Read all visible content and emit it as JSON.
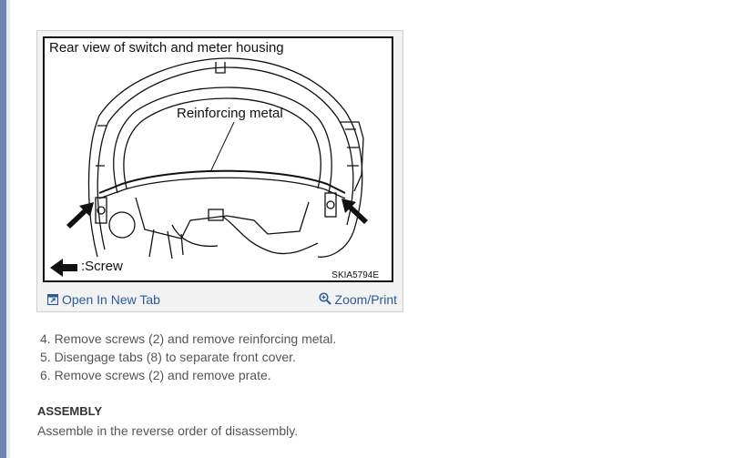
{
  "figure": {
    "title": "Rear view of switch and meter housing",
    "callout_label": "Reinforcing metal",
    "legend_label": ":Screw",
    "figure_code": "SKIA5794E",
    "links": {
      "open_new_tab": "Open In New Tab",
      "zoom_print": "Zoom/Print"
    }
  },
  "steps": [
    "4. Remove screws (2) and remove reinforcing metal.",
    "5. Disengage tabs (8) to separate front cover.",
    "6. Remove screws (2) and remove prate."
  ],
  "assembly": {
    "heading": "ASSEMBLY",
    "text": "Assemble in the reverse order of disassembly."
  },
  "colors": {
    "link": "#2a5a9b",
    "left_bar": "#6d84b4"
  },
  "icons": [
    "open-new-tab-icon",
    "zoom-icon",
    "screw-arrow-icon"
  ]
}
